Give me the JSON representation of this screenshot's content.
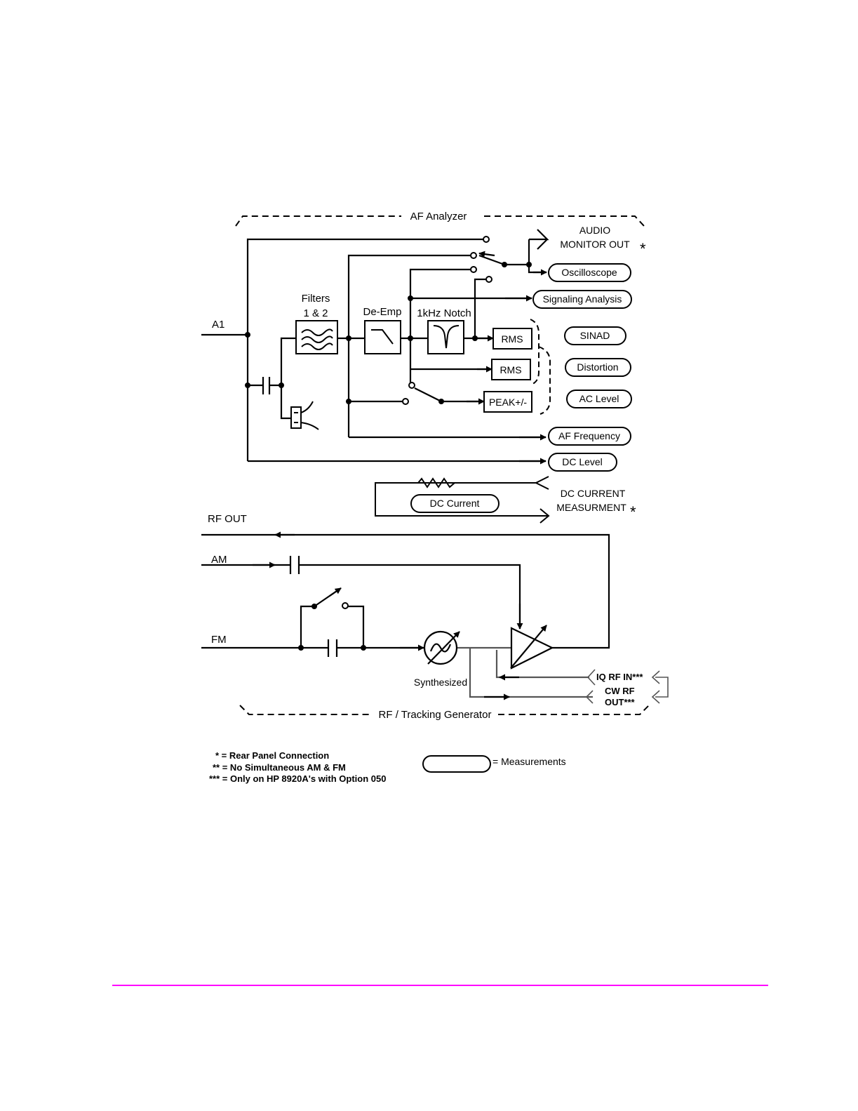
{
  "colors": {
    "page_rule": "#ff00ff",
    "ink": "#000000"
  },
  "diagram": {
    "sections": {
      "af_analyzer": "AF Analyzer",
      "rf_generator": "RF / Tracking Generator"
    },
    "inputs": {
      "a1": "A1",
      "rf_out": "RF OUT",
      "am": "AM",
      "fm": "FM"
    },
    "blocks": {
      "filters": [
        "Filters",
        "1 & 2"
      ],
      "de_emp": "De-Emp",
      "notch": "1kHz Notch",
      "rms1": "RMS",
      "rms2": "RMS",
      "peak": "PEAK+/-",
      "synthesized": "Synthesized"
    },
    "outputs": {
      "audio_monitor": [
        "AUDIO",
        "MONITOR OUT"
      ],
      "dc_current_meas": [
        "DC CURRENT",
        "MEASURMENT"
      ],
      "iq_rf_in": "IQ RF IN***",
      "cw_rf_out": [
        "CW RF",
        "OUT***"
      ],
      "asterisk": "*"
    },
    "measurements": {
      "oscilloscope": "Oscilloscope",
      "signaling": "Signaling Analysis",
      "sinad": "SINAD",
      "distortion": "Distortion",
      "ac_level": "AC Level",
      "af_frequency": "AF Frequency",
      "dc_level": "DC Level",
      "dc_current": "DC Current"
    },
    "legend": {
      "note1": "* = Rear Panel Connection",
      "note2": "** = No Simultaneous AM & FM",
      "note3": "*** = Only on HP 8920A's with Option 050",
      "measurements_key": "= Measurements"
    }
  }
}
